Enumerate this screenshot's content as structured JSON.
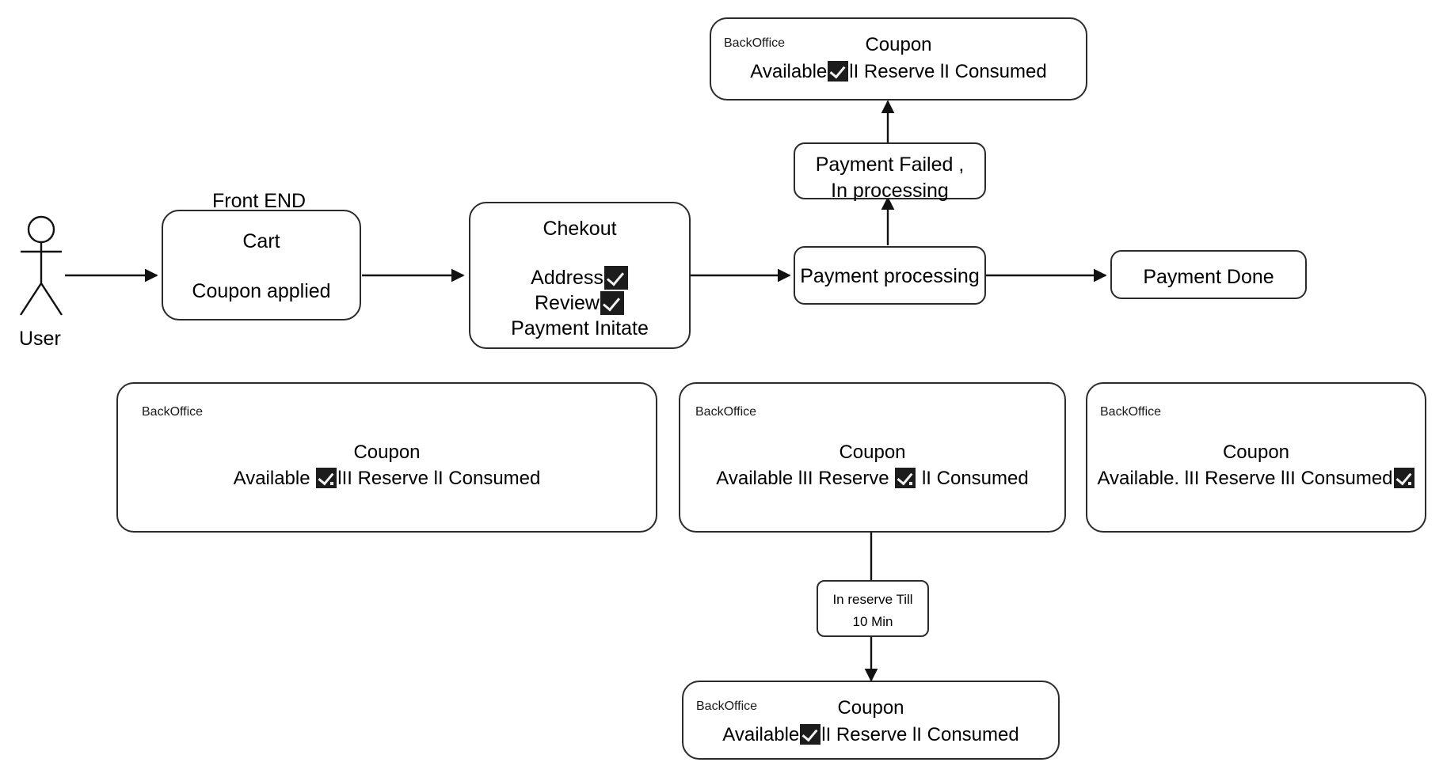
{
  "diagram": {
    "title": "Coupon lifecycle checkout flow",
    "type": "flowchart",
    "stroke_color": "#2b2b2b",
    "background_color": "#ffffff",
    "check_glyph": "check-square"
  },
  "actor": {
    "label": "User",
    "icon": "stick-figure-actor-icon"
  },
  "labels": {
    "front_end": "Front END"
  },
  "nodes": {
    "cart": {
      "line1": "Cart",
      "line2": "Coupon applied"
    },
    "checkout": {
      "title": "Chekout",
      "line_address": "Address",
      "line_review": "Review",
      "line_payment": "Payment Initate"
    },
    "payment_processing": {
      "label": "Payment processing"
    },
    "payment_failed": {
      "label": "Payment Failed , In processing"
    },
    "payment_done": {
      "label": "Payment Done"
    },
    "reserve_timer": {
      "line1": "In reserve Till",
      "line2": "10 Min"
    }
  },
  "backoffice_cards": {
    "top": {
      "corner_label": "BackOffice",
      "title": "Coupon",
      "status_before": "Available",
      "status_after": "lI Reserve lI Consumed",
      "checked_state": "Available"
    },
    "row_left": {
      "corner_label": "BackOffice",
      "title": "Coupon",
      "status_before": "Available",
      "status_after": "lII Reserve lI Consumed",
      "checked_state": "Available"
    },
    "row_middle": {
      "corner_label": "BackOffice",
      "title": "Coupon",
      "status_before": "Available lII Reserve",
      "status_after": "lI Consumed",
      "checked_state": "Reserve"
    },
    "row_right": {
      "corner_label": "BackOffice",
      "title": "Coupon",
      "status_before": "Available. lII Reserve lII Consumed",
      "status_after": "",
      "checked_state": "Consumed"
    },
    "bottom": {
      "corner_label": "BackOffice",
      "title": "Coupon",
      "status_before": "Available",
      "status_after": "lI Reserve lI Consumed",
      "checked_state": "Available"
    }
  }
}
